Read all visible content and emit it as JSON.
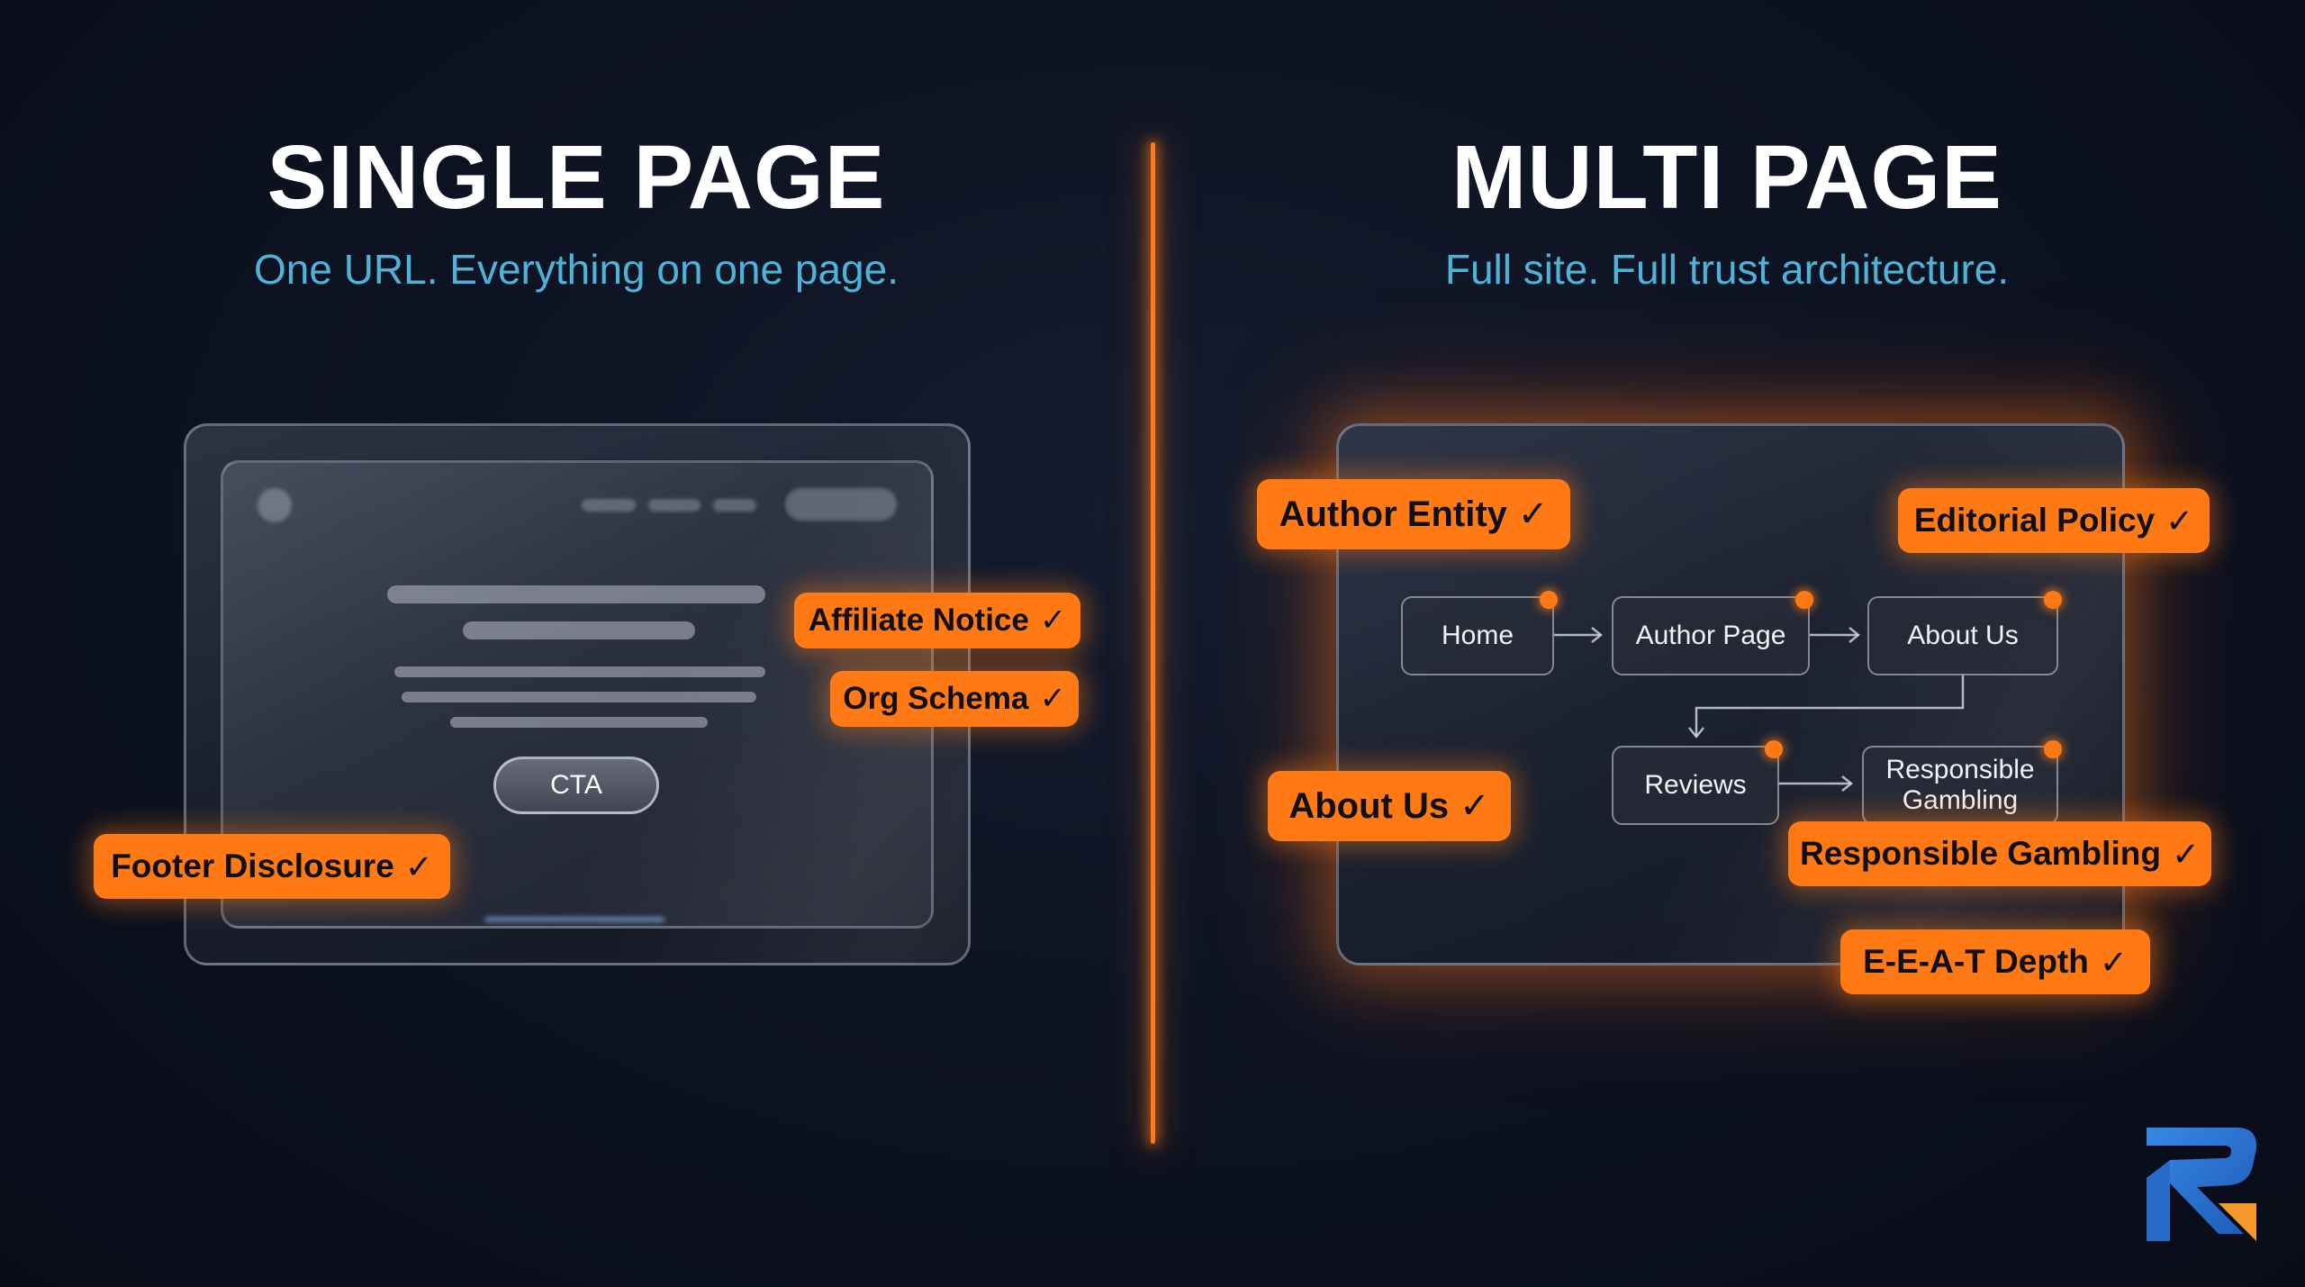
{
  "left": {
    "title": "SINGLE PAGE",
    "subtitle": "One URL. Everything on one page.",
    "cta_label": "CTA",
    "tags": {
      "affiliate": "Affiliate Notice",
      "org_schema": "Org Schema",
      "footer": "Footer Disclosure"
    }
  },
  "right": {
    "title": "MULTI PAGE",
    "subtitle": "Full site. Full trust architecture.",
    "tags": {
      "author_entity": "Author Entity",
      "editorial": "Editorial Policy",
      "about_us": "About Us",
      "responsible": "Responsible Gambling",
      "eeat": "E-E-A-T Depth"
    },
    "nodes": {
      "home": "Home",
      "author_page": "Author Page",
      "about_us": "About Us",
      "reviews": "Reviews",
      "responsible_line1": "Responsible",
      "responsible_line2": "Gambling"
    }
  },
  "check_glyph": "✓",
  "icons": [
    "check-icon",
    "arrow-right-icon",
    "arrow-down-icon",
    "brand-logo-icon"
  ],
  "colors": {
    "background": "#0d1221",
    "accent_orange": "#ff7a14",
    "subtitle_blue": "#4fb3d9",
    "logo_blue": "#2f7fe0"
  }
}
